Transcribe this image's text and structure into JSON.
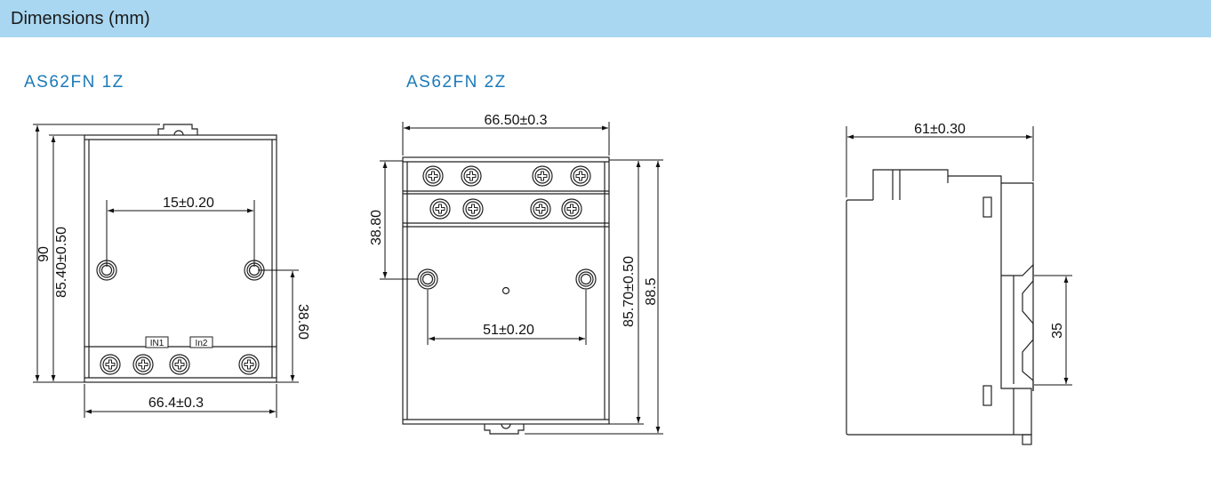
{
  "header": {
    "title": "Dimensions (mm)"
  },
  "models": {
    "m1": {
      "name": "AS62FN 1Z",
      "dims": {
        "width": "66.4±0.3",
        "height_total": "90",
        "height_body": "85.40±0.50",
        "hole_spacing": "15±0.20",
        "hole_height": "38.60"
      },
      "terminal_labels": [
        "IN1",
        "In2"
      ]
    },
    "m2": {
      "name": "AS62FN 2Z",
      "dims": {
        "width": "66.50±0.3",
        "terminal_height": "38.80",
        "hole_spacing": "51±0.20",
        "height_body": "85.70±0.50",
        "height_total": "88.5"
      }
    },
    "side": {
      "dims": {
        "depth": "61±0.30",
        "rail": "35"
      }
    }
  }
}
